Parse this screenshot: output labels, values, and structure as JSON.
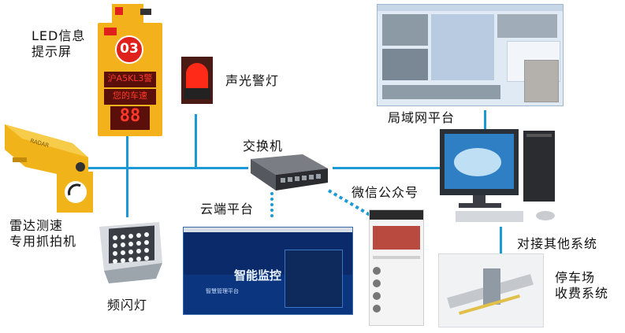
{
  "labels": {
    "led_display": "LED信息\n提示屏",
    "alarm_light": "声光警灯",
    "lan_platform": "局域网平台",
    "switch": "交换机",
    "radar_camera": "雷达测速\n专用抓拍机",
    "cloud_platform": "云端平台",
    "wechat": "微信公众号",
    "other_systems": "对接其他系统",
    "parking_system": "停车场\n收费系统",
    "flash_light": "频闪灯"
  },
  "led_screen": {
    "number": "03",
    "plate_text": "沪A5KL3警",
    "speed_label": "您的车速",
    "speed_value": "88"
  },
  "camera": {
    "brand": "RADAR"
  },
  "cloud_screen": {
    "title": "智能监控",
    "subtitle": "智慧管理平台"
  },
  "colors": {
    "line": "#1b9ad6",
    "led_yellow": "#f3b21c",
    "led_red": "#e0201a"
  }
}
